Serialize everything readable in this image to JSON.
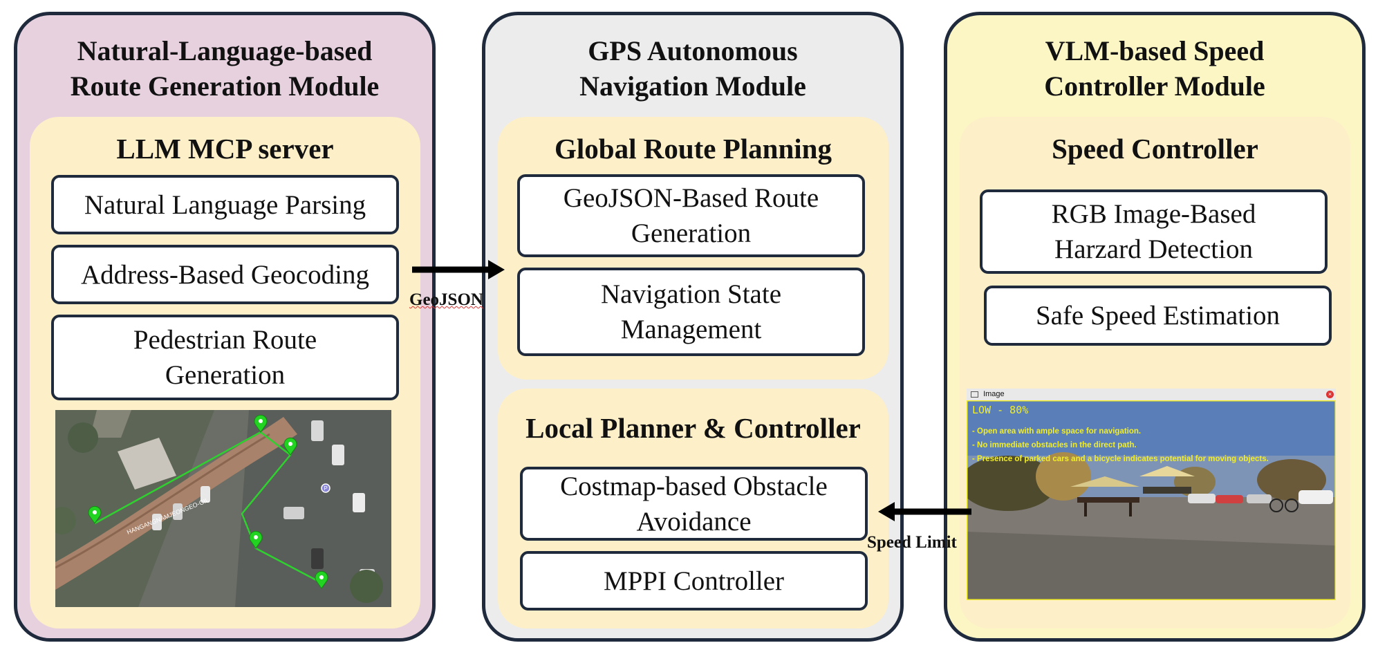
{
  "modules": {
    "left": {
      "title_lines": [
        "Natural-Language-based",
        "Route Generation Module"
      ],
      "inner_title": "LLM MCP server",
      "boxes": [
        {
          "lines": [
            "Natural Language Parsing"
          ]
        },
        {
          "lines": [
            "Address-Based Geocoding"
          ]
        },
        {
          "lines": [
            "Pedestrian Route",
            "Generation"
          ]
        }
      ],
      "map": {
        "road_label": "HANGANGNAMJEONGEO-GIL",
        "poi_label": "P"
      }
    },
    "middle": {
      "title_lines": [
        "GPS Autonomous",
        "Navigation Module"
      ],
      "sections": [
        {
          "title": "Global Route Planning",
          "boxes": [
            {
              "lines": [
                "GeoJSON-Based Route",
                "Generation"
              ]
            },
            {
              "lines": [
                "Navigation State",
                "Management"
              ]
            }
          ]
        },
        {
          "title": "Local Planner & Controller",
          "boxes": [
            {
              "lines": [
                "Costmap-based Obstacle",
                "Avoidance"
              ]
            },
            {
              "lines": [
                "MPPI Controller"
              ]
            }
          ]
        }
      ]
    },
    "right": {
      "title_lines": [
        "VLM-based Speed",
        "Controller Module"
      ],
      "inner_title": "Speed Controller",
      "boxes": [
        {
          "lines": [
            "RGB Image-Based",
            "Harzard Detection"
          ]
        },
        {
          "lines": [
            "Safe Speed Estimation"
          ]
        }
      ],
      "camera": {
        "window_title": "Image",
        "risk_text": "LOW - 80%",
        "notes": [
          "- Open area with ample space for navigation.",
          "- No immediate obstacles in the direct path.",
          "- Presence of parked cars and a bicycle indicates potential for moving objects."
        ]
      }
    }
  },
  "arrows": {
    "geojson_label": "GeoJSON",
    "speed_label": "Speed Limit"
  },
  "colors": {
    "left_module_bg": "#e7d1df",
    "middle_module_bg": "#ececec",
    "right_module_bg": "#fbf6c4",
    "inner_bg": "#fdefc8",
    "border": "#1f2b3d",
    "route_line": "#2fd02f",
    "overlay_text": "#f2ee2a"
  }
}
